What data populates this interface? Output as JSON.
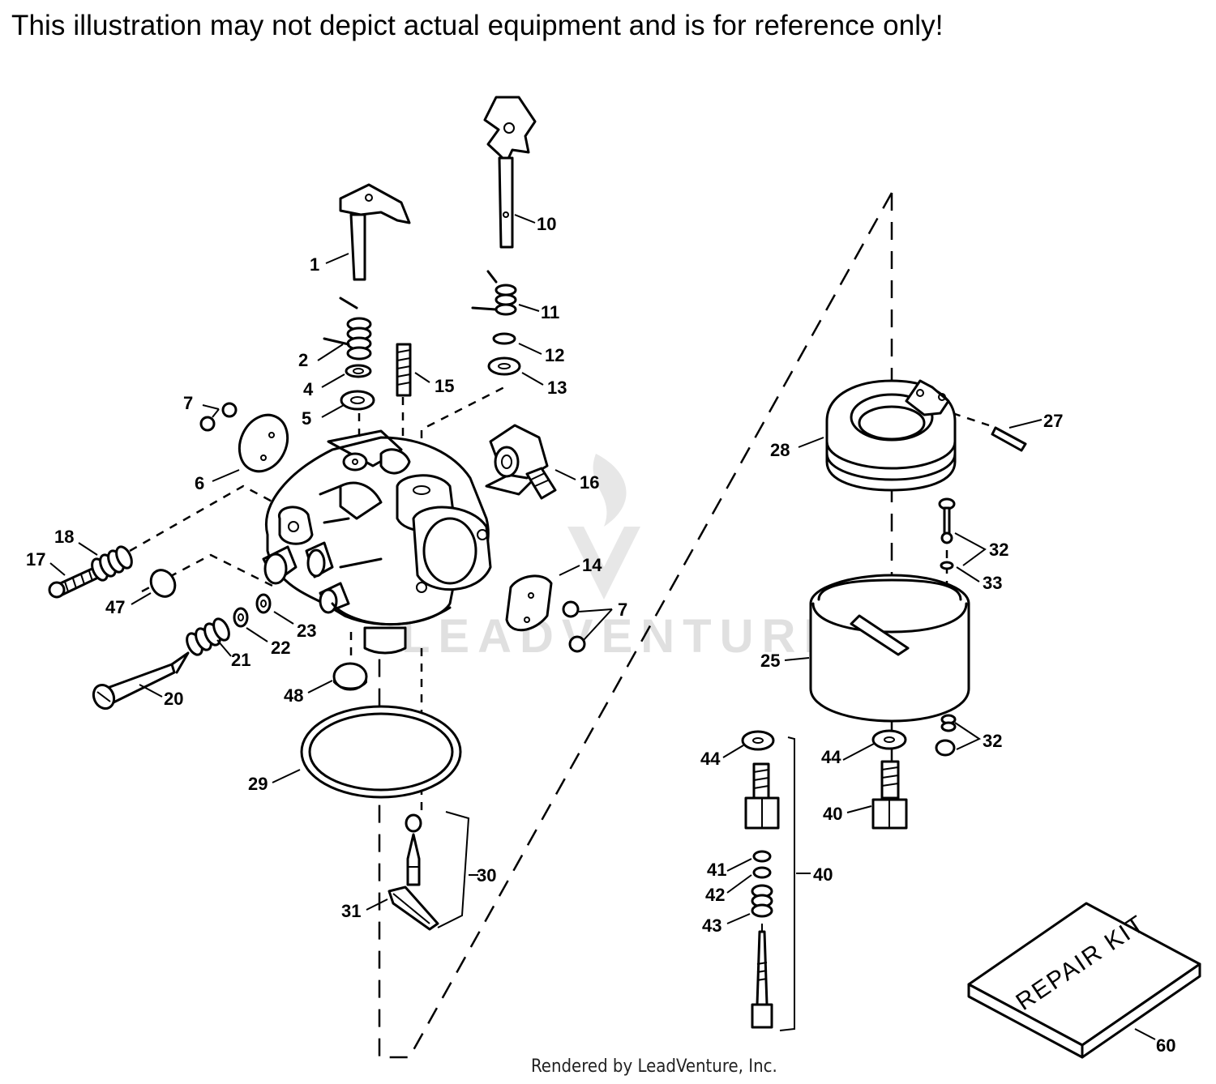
{
  "disclaimer": "This illustration may not depict actual equipment and is for reference only!",
  "footer": "Rendered by LeadVenture, Inc.",
  "watermark": "LEADVENTURE",
  "kit_label": "REPAIR KIT",
  "callouts": {
    "c1": "1",
    "c2": "2",
    "c4": "4",
    "c5": "5",
    "c6": "6",
    "c7a": "7",
    "c7b": "7",
    "c10": "10",
    "c11": "11",
    "c12": "12",
    "c13": "13",
    "c14": "14",
    "c15": "15",
    "c16": "16",
    "c17": "17",
    "c18": "18",
    "c20": "20",
    "c21": "21",
    "c22": "22",
    "c23": "23",
    "c25": "25",
    "c27": "27",
    "c28": "28",
    "c29": "29",
    "c30": "30",
    "c31": "31",
    "c32a": "32",
    "c32b": "32",
    "c33": "33",
    "c40a": "40",
    "c40b": "40",
    "c41": "41",
    "c42": "42",
    "c43": "43",
    "c44a": "44",
    "c44b": "44",
    "c47": "47",
    "c48": "48",
    "c60": "60"
  }
}
